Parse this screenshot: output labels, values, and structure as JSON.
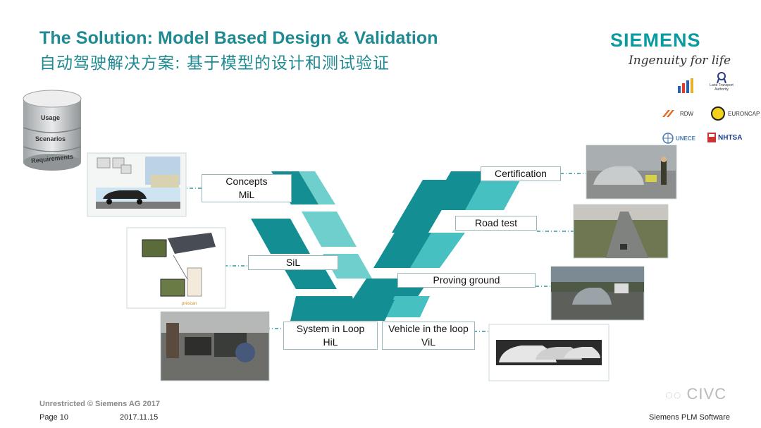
{
  "header": {
    "title_en": "The Solution: Model Based Design & Validation",
    "title_cn": "自动驾驶解决方案: 基于模型的设计和测试验证"
  },
  "brand": {
    "name": "SIEMENS",
    "tagline": "Ingenuity for life"
  },
  "logos": {
    "uk_agency": "Land Transport Authority",
    "rdw": "RDW",
    "euro_ncap": "EURONCAP",
    "unece": "UNECE",
    "nhtsa": "NHTSA"
  },
  "database": {
    "items": [
      "Usage",
      "Scenarios",
      "Requirements"
    ]
  },
  "stages": {
    "concepts": {
      "line1": "Concepts",
      "line2": "MiL"
    },
    "sil": {
      "line1": "SiL"
    },
    "hil": {
      "line1": "System in Loop",
      "line2": "HiL"
    },
    "vil": {
      "line1": "Vehicle in the loop",
      "line2": "ViL"
    },
    "proving": {
      "line1": "Proving ground"
    },
    "road": {
      "line1": "Road test"
    },
    "cert": {
      "line1": "Certification"
    }
  },
  "photos": {
    "ecu_label": "prescan"
  },
  "footer": {
    "classification": "Unrestricted © Siemens AG 2017",
    "page": "Page 10",
    "date": "2017.11.15",
    "company": "Siemens PLM Software",
    "watermark": "CIVC"
  },
  "colors": {
    "teal_dark": "#138f93",
    "teal_light": "#46c0c0",
    "title": "#1f8a91"
  }
}
